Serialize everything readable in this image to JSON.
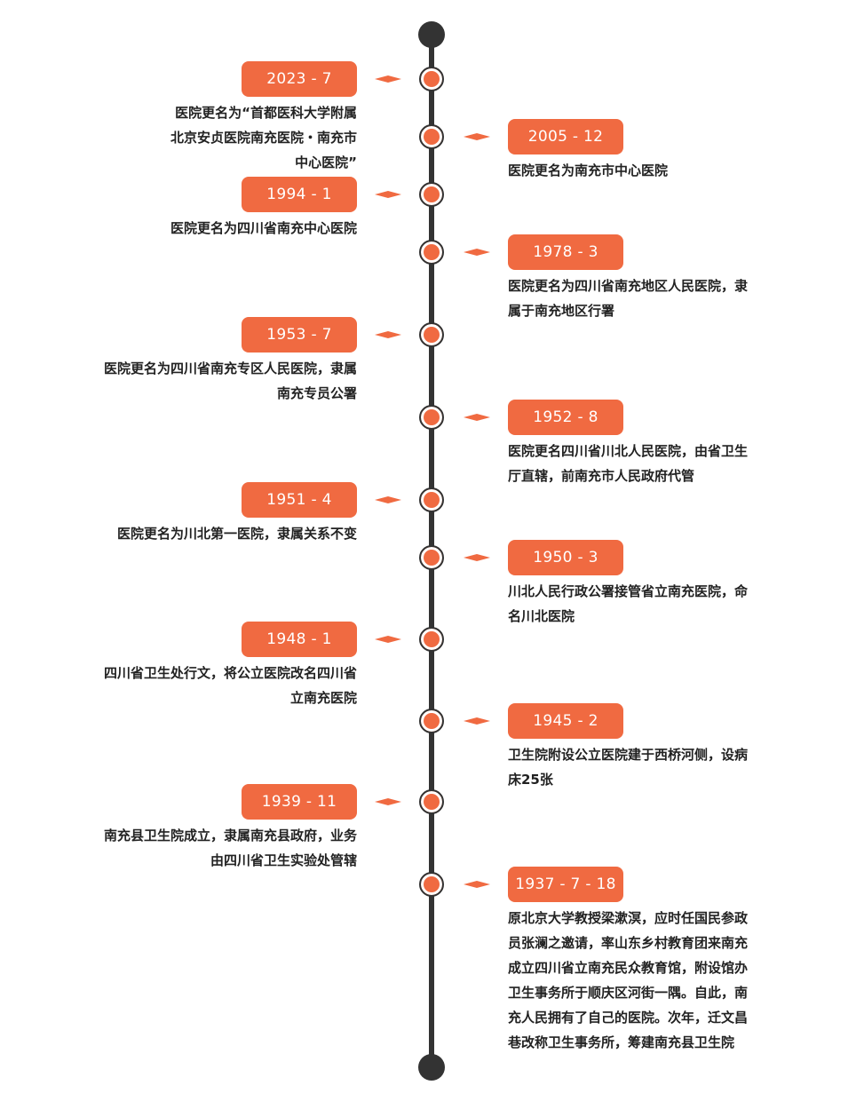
{
  "colors": {
    "accent": "#f06a41",
    "axis": "#333333",
    "text": "#222222"
  },
  "events": [
    {
      "date": "2023 - 7",
      "side": "left",
      "lines": [
        "医院更名为“首都医科大学附属",
        "北京安贞医院南充医院・南充市",
        "中心医院”"
      ]
    },
    {
      "date": "2005 - 12",
      "side": "right",
      "lines": [
        "医院更名为南充市中心医院"
      ]
    },
    {
      "date": "1994 - 1",
      "side": "left",
      "lines": [
        "医院更名为四川省南充中心医院"
      ]
    },
    {
      "date": "1978 - 3",
      "side": "right",
      "lines": [
        "医院更名为四川省南充地区人民医院，隶",
        "属于南充地区行署"
      ]
    },
    {
      "date": "1953 - 7",
      "side": "left",
      "lines": [
        "医院更名为四川省南充专区人民医院，隶属",
        "南充专员公署"
      ]
    },
    {
      "date": "1952 - 8",
      "side": "right",
      "lines": [
        "医院更名四川省川北人民医院，由省卫生",
        "厅直辖，前南充市人民政府代管"
      ]
    },
    {
      "date": "1951 - 4",
      "side": "left",
      "lines": [
        "医院更名为川北第一医院，隶属关系不变"
      ]
    },
    {
      "date": "1950 - 3",
      "side": "right",
      "lines": [
        "川北人民行政公署接管省立南充医院，命",
        "名川北医院"
      ]
    },
    {
      "date": "1948 - 1",
      "side": "left",
      "lines": [
        "四川省卫生处行文，将公立医院改名四川省",
        "立南充医院"
      ]
    },
    {
      "date": "1945 - 2",
      "side": "right",
      "lines": [
        "卫生院附设公立医院建于西桥河侧，设病",
        "床25张"
      ]
    },
    {
      "date": "1939 - 11",
      "side": "left",
      "lines": [
        "南充县卫生院成立，隶属南充县政府，业务",
        "由四川省卫生实验处管辖"
      ]
    },
    {
      "date": "1937 - 7 - 18",
      "side": "right",
      "lines": [
        "原北京大学教授梁漱溟，应时任国民参政",
        "员张澜之邀请，率山东乡村教育团来南充",
        "成立四川省立南充民众教育馆，附设馆办",
        "卫生事务所于顺庆区河街一隅。自此，南",
        "充人民拥有了自己的医院。次年，迁文昌",
        "巷改称卫生事务所，筹建南充县卫生院"
      ]
    }
  ]
}
